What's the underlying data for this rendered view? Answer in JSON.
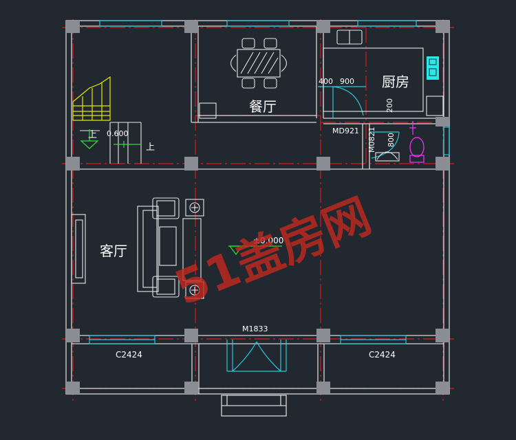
{
  "colors": {
    "background": "#212830",
    "wall": "#d8d8d8",
    "column": "#8a8e94",
    "axis": "#e01818",
    "window": "#28c8d8",
    "furniture": "#e8e8e8",
    "stair": "#e8e800",
    "level": "#30e030",
    "fixture": "#ff30ff",
    "watermark": "#c0281e"
  },
  "rooms": {
    "dining": "餐厅",
    "kitchen": "厨房",
    "living": "客厅"
  },
  "stair": {
    "up_left": "上",
    "up_right": "上",
    "level": "0.600"
  },
  "labels": {
    "door_md921": "MD921",
    "door_m0821": "M0821",
    "door_m1833": "M1833",
    "window_left": "C2424",
    "window_right": "C2424",
    "dim_400": "400",
    "dim_900": "900",
    "dim_200": "200",
    "dim_800": "800",
    "floor_level": "±0.000"
  },
  "watermark": {
    "text": "51盖房网"
  }
}
